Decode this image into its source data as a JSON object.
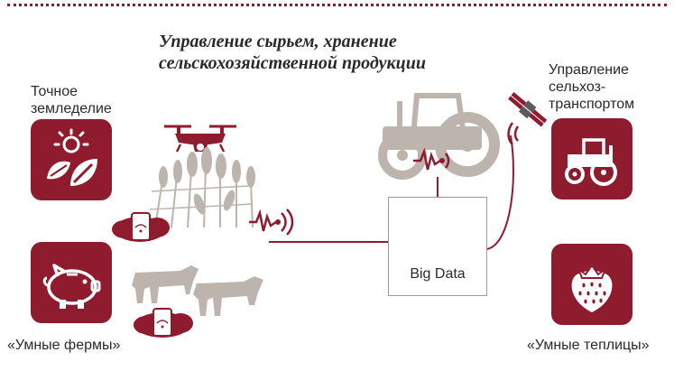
{
  "title": {
    "line1": "Управление сырьем, хранение",
    "line2": "сельскохозяйственной продукции"
  },
  "labels": {
    "precision_line1": "Точное",
    "precision_line2": "земледелие",
    "farms": "«Умные фермы»",
    "transport_line1": "Управление",
    "transport_line2": "сельхоз-",
    "transport_line3": "транспортом",
    "greenhouse": "«Умные теплицы»"
  },
  "center": {
    "label": "Big Data"
  },
  "colors": {
    "brand": "#8e1b2e",
    "gray": "#bcb4ad",
    "line": "#8e1b2e"
  },
  "icons": [
    "sun-leaf-icon",
    "piggy-bank-icon",
    "tractor-icon",
    "strawberry-icon",
    "drone-icon",
    "wheat-icon",
    "cow-icon",
    "tablet-cloud-icon",
    "satellite-icon",
    "database-icon"
  ]
}
